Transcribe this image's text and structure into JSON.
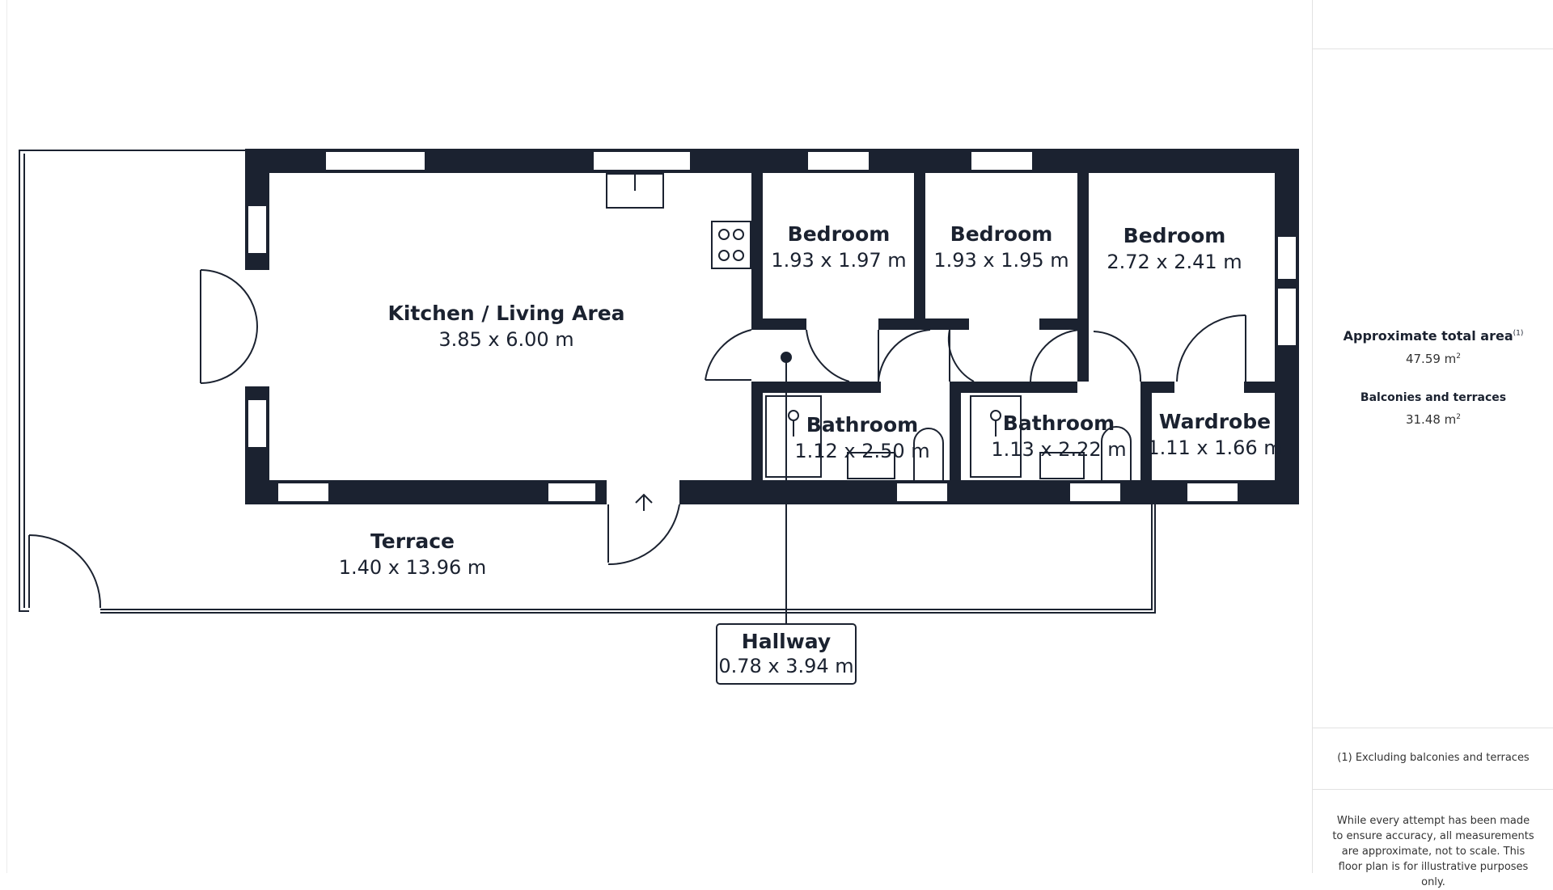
{
  "rooms": {
    "kitchen": {
      "name": "Kitchen / Living Area",
      "dims": "3.85 x 6.00 m"
    },
    "bedroom1": {
      "name": "Bedroom",
      "dims": "1.93 x 1.97 m"
    },
    "bedroom2": {
      "name": "Bedroom",
      "dims": "1.93 x 1.95 m"
    },
    "bedroom3": {
      "name": "Bedroom",
      "dims": "2.72 x 2.41 m"
    },
    "bathroom1": {
      "name": "Bathroom",
      "dims": "1.12 x 2.50 m"
    },
    "bathroom2": {
      "name": "Bathroom",
      "dims": "1.13 x 2.22 m"
    },
    "wardrobe": {
      "name": "Wardrobe",
      "dims": "1.11 x 1.66 m"
    },
    "terrace": {
      "name": "Terrace",
      "dims": "1.40 x 13.96 m"
    },
    "hallway": {
      "name": "Hallway",
      "dims": "0.78 x 3.94 m"
    }
  },
  "panel": {
    "total_area_label": "Approximate total area",
    "total_area_note": "(1)",
    "total_area_value": "47.59 m",
    "total_area_unit_sup": "2",
    "terraces_label": "Balconies and terraces",
    "terraces_value": "31.48 m",
    "terraces_unit_sup": "2",
    "footnote": "(1) Excluding balconies and terraces",
    "disclaimer": "While every attempt has been made to ensure accuracy, all measurements are approximate, not to scale. This floor plan is for illustrative purposes only."
  },
  "colors": {
    "wall": "#1b2230",
    "text": "#1b2230",
    "line": "#1b2230",
    "background": "#ffffff"
  }
}
